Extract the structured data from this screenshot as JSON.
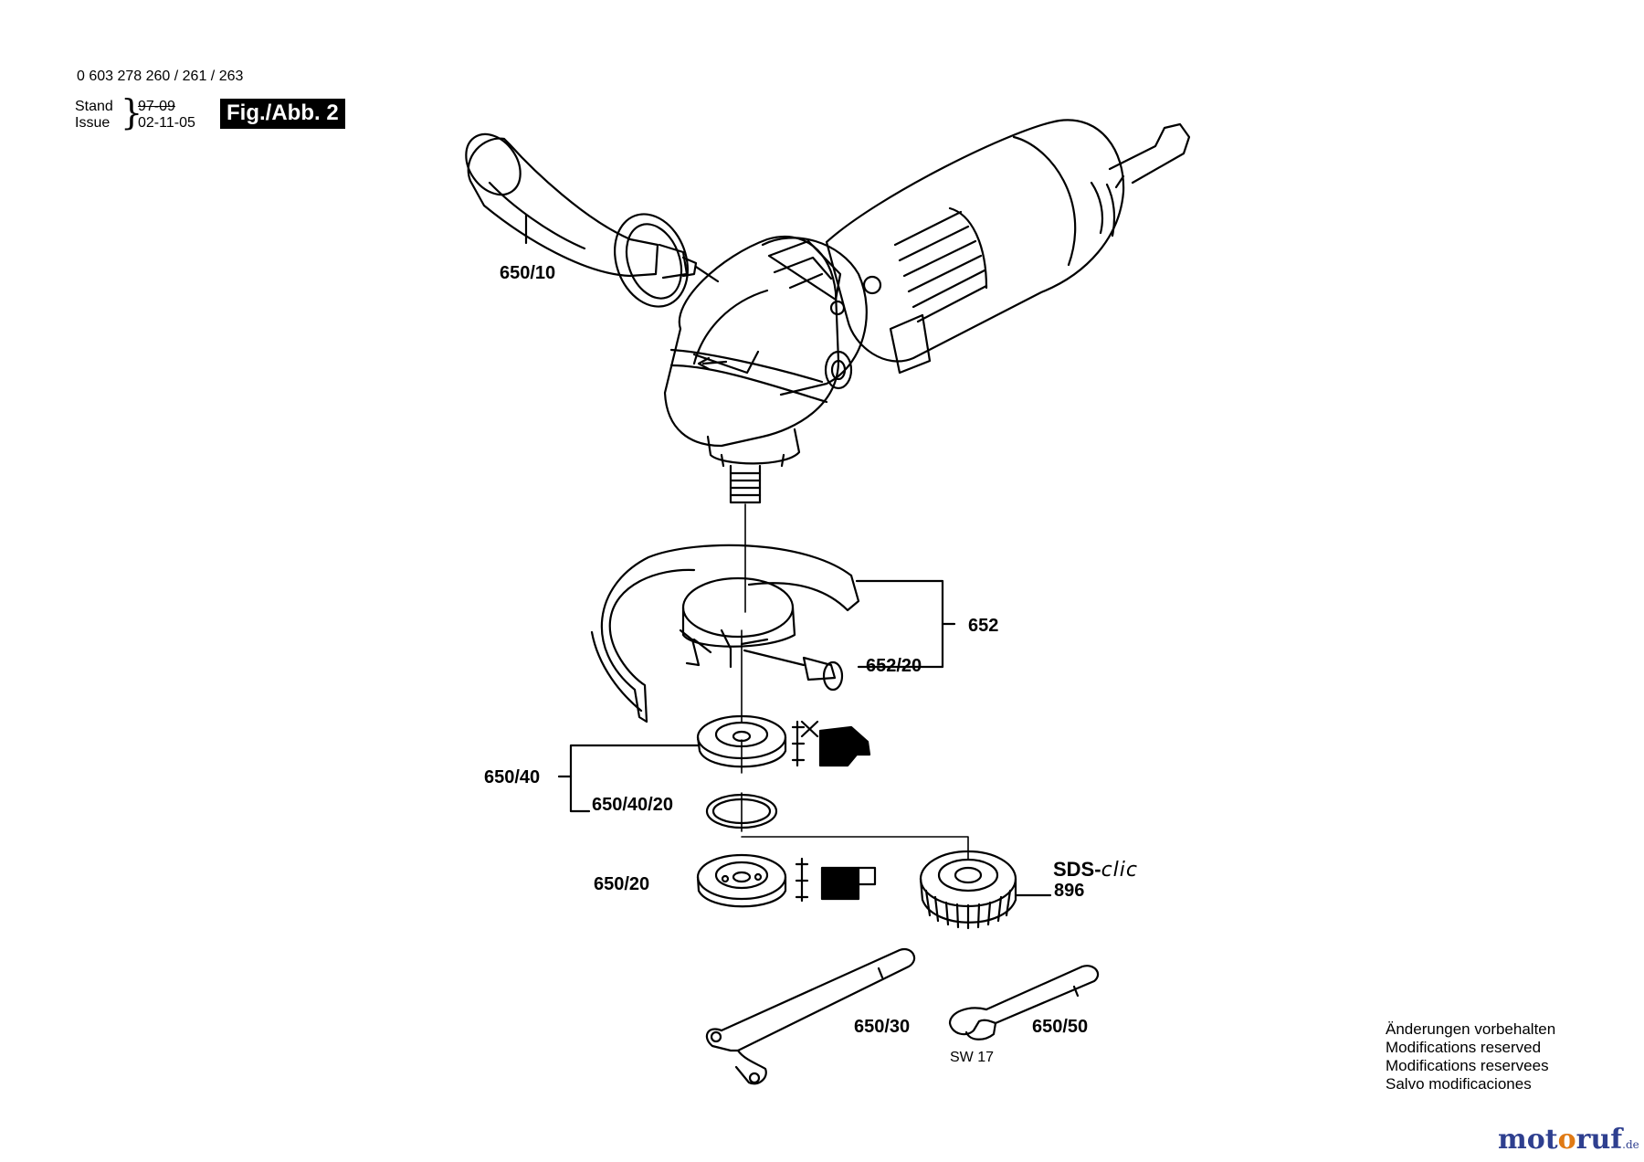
{
  "header": {
    "part_number": "0 603 278 260 / 261 / 263",
    "stand_label": "Stand",
    "issue_label": "Issue",
    "stand_date": "97-09",
    "issue_date": "02-11-05",
    "brace": "}",
    "figure": "Fig./Abb. 2"
  },
  "parts": {
    "handle": "650/10",
    "guard": "652",
    "guard_screw": "652/20",
    "flange_set": "650/40",
    "o_ring": "650/40/20",
    "clamp_flange": "650/20",
    "sds_nut": "896",
    "pin_wrench": "650/30",
    "open_wrench": "650/50"
  },
  "sds": {
    "prefix": "SDS-",
    "suffix": "clic"
  },
  "wrench_size": "SW 17",
  "notes": [
    "Änderungen vorbehalten",
    "Modifications reserved",
    "Modifications reservees",
    "Salvo modificaciones"
  ],
  "brand": {
    "part1": "mot",
    "part2": "o",
    "part3": "ruf",
    "suffix": ".de"
  }
}
